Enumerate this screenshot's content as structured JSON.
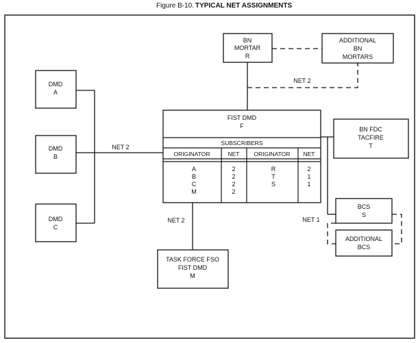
{
  "figure": {
    "number": "Figure B-10.",
    "title": "TYPICAL NET ASSIGNMENTS"
  },
  "nodes": {
    "dmd_a": [
      "DMD",
      "A"
    ],
    "dmd_b": [
      "DMD",
      "B"
    ],
    "dmd_c": [
      "DMD",
      "C"
    ],
    "bn_mortar": [
      "BN",
      "MORTAR",
      "R"
    ],
    "additional_bn_mortars": [
      "ADDITIONAL",
      "BN",
      "MORTARS"
    ],
    "fist_dmd": [
      "FIST DMD",
      "F"
    ],
    "bn_fdc": [
      "BN FDC",
      "TACFIRE",
      "T"
    ],
    "bcs": [
      "BCS",
      "S"
    ],
    "additional_bcs": [
      "ADDITIONAL",
      "BCS"
    ],
    "task_force_fso": [
      "TASK FORCE FSO",
      "FIST DMD",
      "M"
    ]
  },
  "net_labels": {
    "dmd_link": "NET 2",
    "mortar_link": "NET 2",
    "fso_link": "NET 2",
    "bcs_link": "NET 1"
  },
  "subscribers": {
    "title": "SUBSCRIBERS",
    "headers": [
      "ORIGINATOR",
      "NET",
      "ORIGINATOR",
      "NET"
    ],
    "columns": [
      [
        "A",
        "B",
        "C",
        "M"
      ],
      [
        "2",
        "2",
        "2",
        "2"
      ],
      [
        "R",
        "T",
        "S"
      ],
      [
        "2",
        "1",
        "1"
      ]
    ]
  }
}
